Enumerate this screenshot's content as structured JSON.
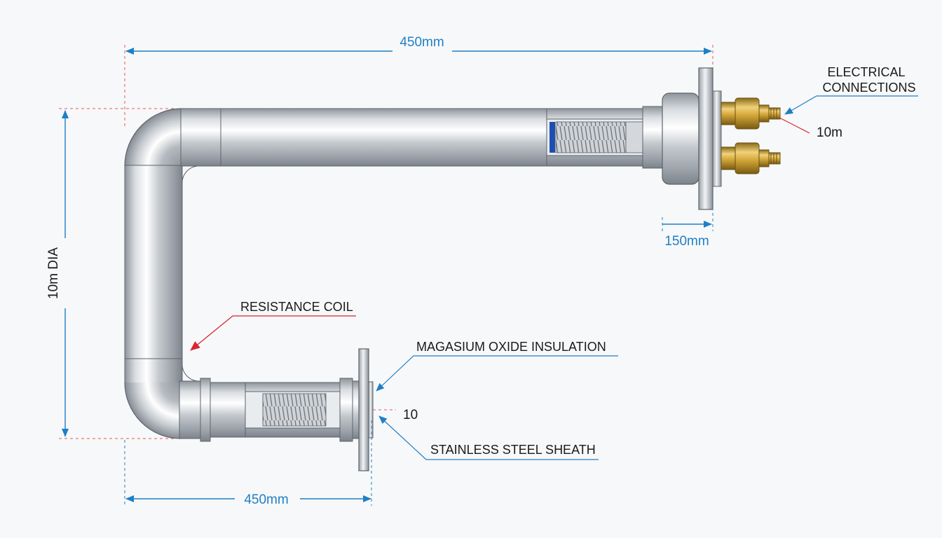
{
  "colors": {
    "dimension": "#1f7fc6",
    "leader_red": "#d8262f",
    "leader_blue": "#1f7fc6",
    "extension_red": "#e05a5a",
    "steel": "#b9bec4",
    "brass": "#c9a23a",
    "coil_insulation": "#1e4fb0",
    "label": "#1a1a1a",
    "background": "#f7f8f9"
  },
  "dimensions": {
    "top_length": "450mm",
    "bottom_length": "450mm",
    "height": "10m DIA",
    "flange_offset": "150mm",
    "terminal_size": "10m",
    "flange_size": "10"
  },
  "labels": {
    "electrical_connections_line1": "ELECTRICAL",
    "electrical_connections_line2": "CONNECTIONS",
    "resistance_coil": "RESISTANCE COIL",
    "insulation": "MAGASIUM OXIDE INSULATION",
    "sheath": "STAINLESS STEEL SHEATH"
  }
}
